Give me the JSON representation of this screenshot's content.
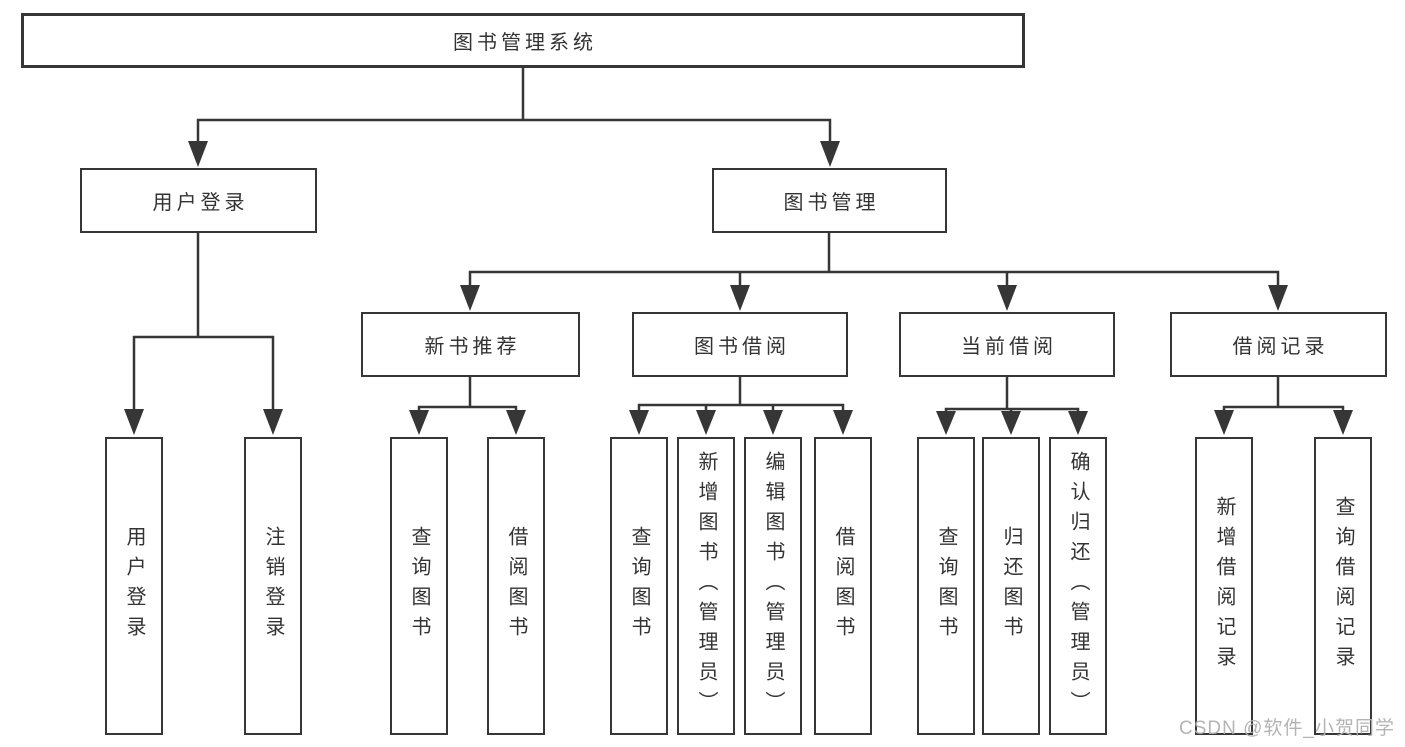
{
  "tree": {
    "root": {
      "label": "图书管理系统",
      "children": [
        {
          "label": "用户登录",
          "children": [
            {
              "label": "用户登录"
            },
            {
              "label": "注销登录"
            }
          ]
        },
        {
          "label": "图书管理",
          "children": [
            {
              "label": "新书推荐",
              "children": [
                {
                  "label": "查询图书"
                },
                {
                  "label": "借阅图书"
                }
              ]
            },
            {
              "label": "图书借阅",
              "children": [
                {
                  "label": "查询图书"
                },
                {
                  "label": "新增图书（管理员）"
                },
                {
                  "label": "编辑图书（管理员）"
                },
                {
                  "label": "借阅图书"
                }
              ]
            },
            {
              "label": "当前借阅",
              "children": [
                {
                  "label": "查询图书"
                },
                {
                  "label": "归还图书"
                },
                {
                  "label": "确认归还（管理员）"
                }
              ]
            },
            {
              "label": "借阅记录",
              "children": [
                {
                  "label": "新增借阅记录"
                },
                {
                  "label": "查询借阅记录"
                }
              ]
            }
          ]
        }
      ]
    }
  },
  "watermark": {
    "text": "CSDN @软件_小贺同学"
  },
  "colors": {
    "line": "#363636",
    "text": "#333333",
    "box_background": "#ffffff",
    "watermark": "#b0b0b0"
  }
}
